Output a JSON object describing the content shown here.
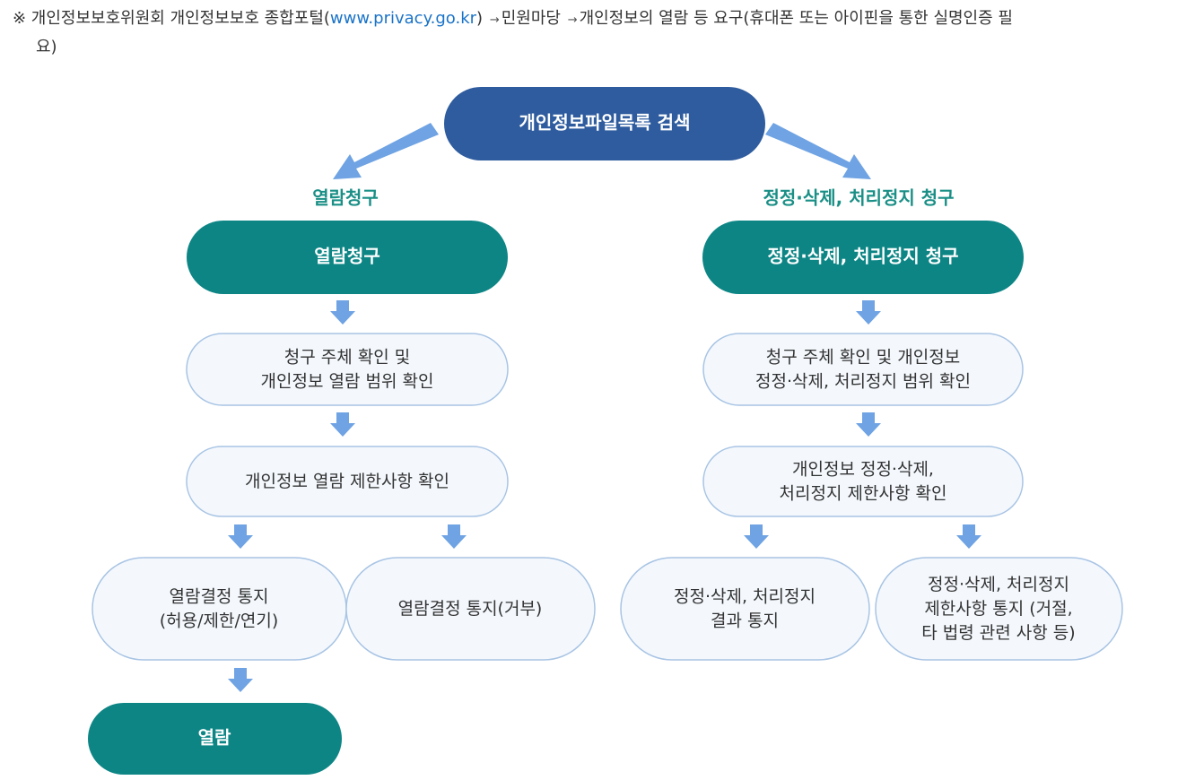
{
  "note": {
    "prefix": "※ 개인정보보호위원회 개인정보보호 종합포털(",
    "link": "www.privacy.go.kr",
    "link_close": ")",
    "arrow1": "→",
    "step1": "민원마당",
    "arrow2": "→",
    "step2": "개인정보의 열람 등 요구(휴대폰 또는 아이핀을 통한 실명인증 필",
    "line2": "요)"
  },
  "colors": {
    "top_node": "#2e5c9e",
    "teal_node": "#0d8585",
    "light_node_fill": "#f4f8fd",
    "light_node_stroke": "#a8c4e4",
    "arrow": "#6fa3e3",
    "header_teal": "#1a8f86"
  },
  "diagram": {
    "top": {
      "label": "개인정보파일목록 검색"
    },
    "left_header": "열람청구",
    "right_header": "정정·삭제, 처리정지 청구",
    "left": {
      "request": "열람청구",
      "check1": [
        "청구 주체 확인 및",
        "개인정보 열람 범위 확인"
      ],
      "check2": [
        "개인정보 열람 제한사항 확인"
      ],
      "notice_ok": [
        "열람결정 통지",
        "(허용/제한/연기)"
      ],
      "notice_deny": [
        "열람결정 통지(거부)"
      ],
      "final": "열람"
    },
    "right": {
      "request": "정정·삭제, 처리정지 청구",
      "check1": [
        "청구 주체 확인 및 개인정보",
        "정정·삭제, 처리정지 범위 확인"
      ],
      "check2": [
        "개인정보 정정·삭제,",
        "처리정지 제한사항 확인"
      ],
      "result": [
        "정정·삭제, 처리정지",
        "결과 통지"
      ],
      "limit": [
        "정정·삭제, 처리정지",
        "제한사항 통지 (거절,",
        "타 법령 관련 사항 등)"
      ]
    }
  }
}
